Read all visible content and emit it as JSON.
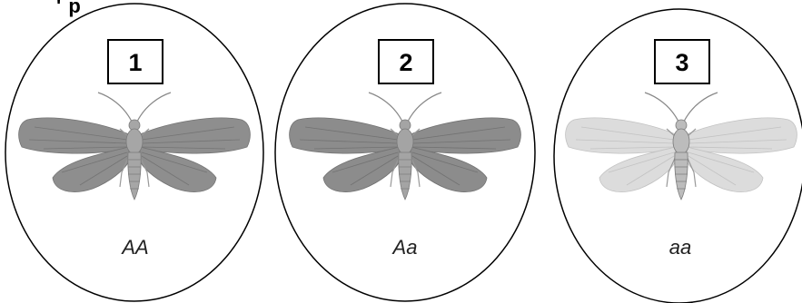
{
  "top_cutoff_text": "' p",
  "panels": [
    {
      "number": "1",
      "genotype": "AA",
      "shade": "dark",
      "wing_color": "#8e8e8e",
      "body_color": "#a6a6a6",
      "wing_line_color": "#747474"
    },
    {
      "number": "2",
      "genotype": "Aa",
      "shade": "dark",
      "wing_color": "#8c8c8c",
      "body_color": "#a4a4a4",
      "wing_line_color": "#727272"
    },
    {
      "number": "3",
      "genotype": "aa",
      "shade": "light",
      "wing_color": "#dcdcdc",
      "body_color": "#bcbcbc",
      "wing_line_color": "#c2c2c2"
    }
  ],
  "colors": {
    "outline": "#000000",
    "background": "#ffffff"
  }
}
